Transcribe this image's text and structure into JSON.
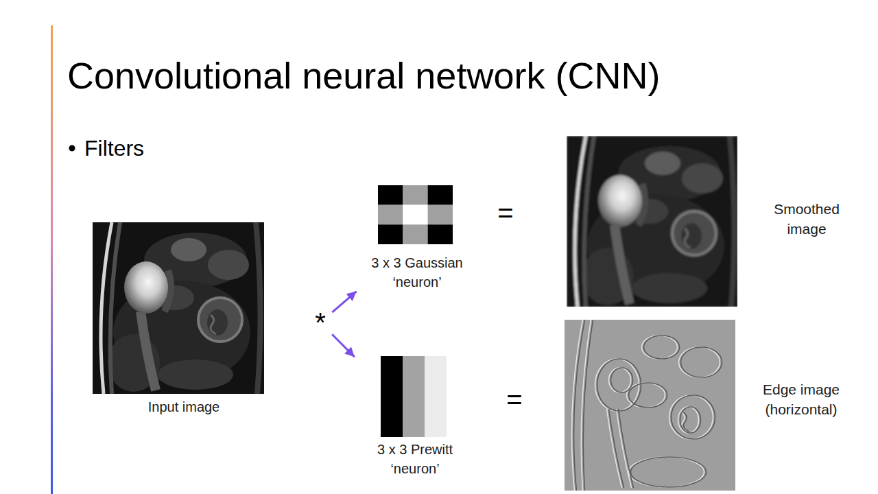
{
  "diagram": {
    "title": "Convolutional neural network (CNN)",
    "nodes": [
      {
        "text": [
          "Input image"
        ]
      },
      {
        "text": [
          "*"
        ]
      },
      {
        "text": [
          "3 x 3 Gaussian ‘neuron’"
        ]
      },
      {
        "text": [
          "Smoothed image"
        ]
      },
      {
        "text": [
          "3 x 3 Prewitt ‘neuron’"
        ]
      },
      {
        "text": [
          "Edge image (horizontal)"
        ]
      }
    ],
    "edges": [
      {
        "from": 1,
        "to": 2,
        "arrow": "to"
      },
      {
        "from": 1,
        "to": 4,
        "arrow": "to"
      }
    ],
    "labels": [
      "Filters",
      "=",
      "="
    ]
  }
}
